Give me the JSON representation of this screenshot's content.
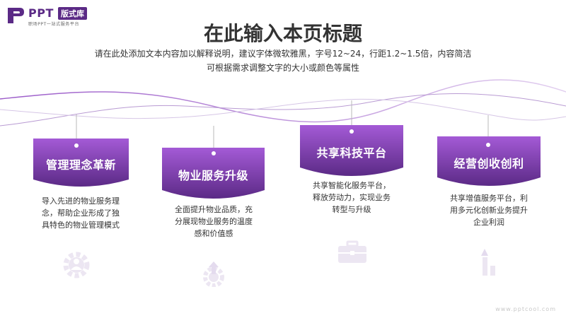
{
  "logo": {
    "name": "PPT",
    "badge": "版式库",
    "tagline": "职场PPT一站式服务平台"
  },
  "title": "在此输入本页标题",
  "subtitle": {
    "line1": "请在此处添加文本内容加以解释说明，建议字体微软雅黑，字号12~24，行距1.2~1.5倍，内容简洁",
    "line2": "可根据需求调整文字的大小或颜色等属性"
  },
  "cards": [
    {
      "title": "管理理念革新",
      "desc": [
        "导入先进的物业服务理",
        "念，帮助企业形成了独",
        "具特色的物业管理模式"
      ],
      "icon": "gear-people-icon"
    },
    {
      "title": "物业服务升级",
      "desc": [
        "全面提升物业品质，充",
        "分展现物业服务的温度",
        "感和价值感"
      ],
      "icon": "gear-arrow-up-icon"
    },
    {
      "title": "共享科技平台",
      "desc": [
        "共享智能化服务平台，",
        "释放劳动力，实现业务",
        "转型与升级"
      ],
      "icon": "briefcase-icon"
    },
    {
      "title": "经营创收创利",
      "desc": [
        "共享增值服务平台，利",
        "用多元化创新业务提升",
        "企业利润"
      ],
      "icon": "growth-bars-icon"
    }
  ],
  "watermark": "www.pptcool.com",
  "colors": {
    "accent_dark": "#5b2a86",
    "accent_light": "#a45ad6",
    "icon_tint": "#ece6f2"
  }
}
